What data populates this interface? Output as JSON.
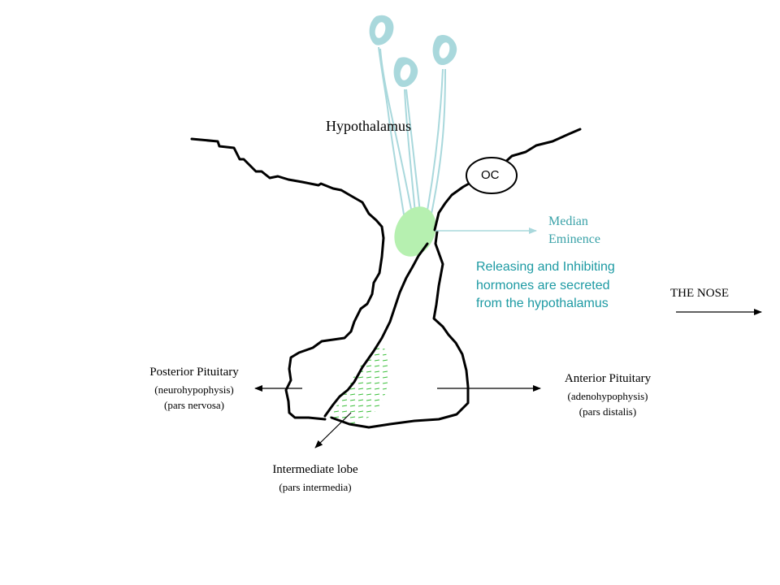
{
  "labels": {
    "hypothalamus": "Hypothalamus",
    "oc": "OC",
    "median_eminence_line1": "Median",
    "median_eminence_line2": "Eminence",
    "releasing_line1": "Releasing and Inhibiting",
    "releasing_line2": "hormones are secreted",
    "releasing_line3": "from the hypothalamus",
    "the_nose": "THE NOSE",
    "posterior_title": "Posterior Pituitary",
    "posterior_sub1": "(neurohypophysis)",
    "posterior_sub2": "(pars nervosa)",
    "anterior_title": "Anterior Pituitary",
    "anterior_sub1": "(adenohypophysis)",
    "anterior_sub2": "(pars distalis)",
    "intermediate_title": "Intermediate lobe",
    "intermediate_sub": "(pars intermedia)"
  },
  "colors": {
    "neuron": "#a9d8dc",
    "median_eminence_fill": "#b6f0b0",
    "intermediate_hatch": "#3bbf3b",
    "median_eminence_text": "#3aa2a8",
    "releasing_text": "#1d9aa3",
    "outline": "#000000"
  }
}
